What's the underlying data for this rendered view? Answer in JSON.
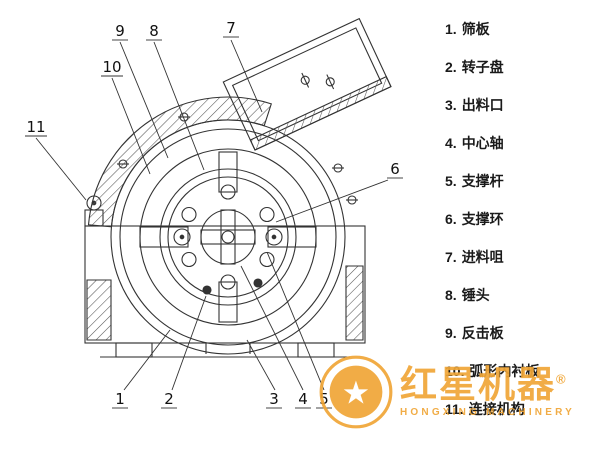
{
  "legend": {
    "items": [
      {
        "num": "1.",
        "label": "筛板"
      },
      {
        "num": "2.",
        "label": "转子盘"
      },
      {
        "num": "3.",
        "label": "出料口"
      },
      {
        "num": "4.",
        "label": "中心轴"
      },
      {
        "num": "5.",
        "label": "支撑杆"
      },
      {
        "num": "6.",
        "label": "支撑环"
      },
      {
        "num": "7.",
        "label": "进料咀"
      },
      {
        "num": "8.",
        "label": "锤头"
      },
      {
        "num": "9.",
        "label": "反击板"
      },
      {
        "num": "10.",
        "label": "弧形内衬板"
      },
      {
        "num": "11.",
        "label": "连接机构"
      }
    ]
  },
  "diagram": {
    "callouts": {
      "c1": "1",
      "c2": "2",
      "c3": "3",
      "c4": "4",
      "c5": "5",
      "c6": "6",
      "c7": "7",
      "c8": "8",
      "c9": "9",
      "c10": "10",
      "c11": "11"
    }
  },
  "watermark": {
    "brand_cn": "红星机器",
    "registered": "®",
    "brand_en": "HONGXING MACHINERY",
    "star": "★",
    "accent": "#f0a637"
  }
}
